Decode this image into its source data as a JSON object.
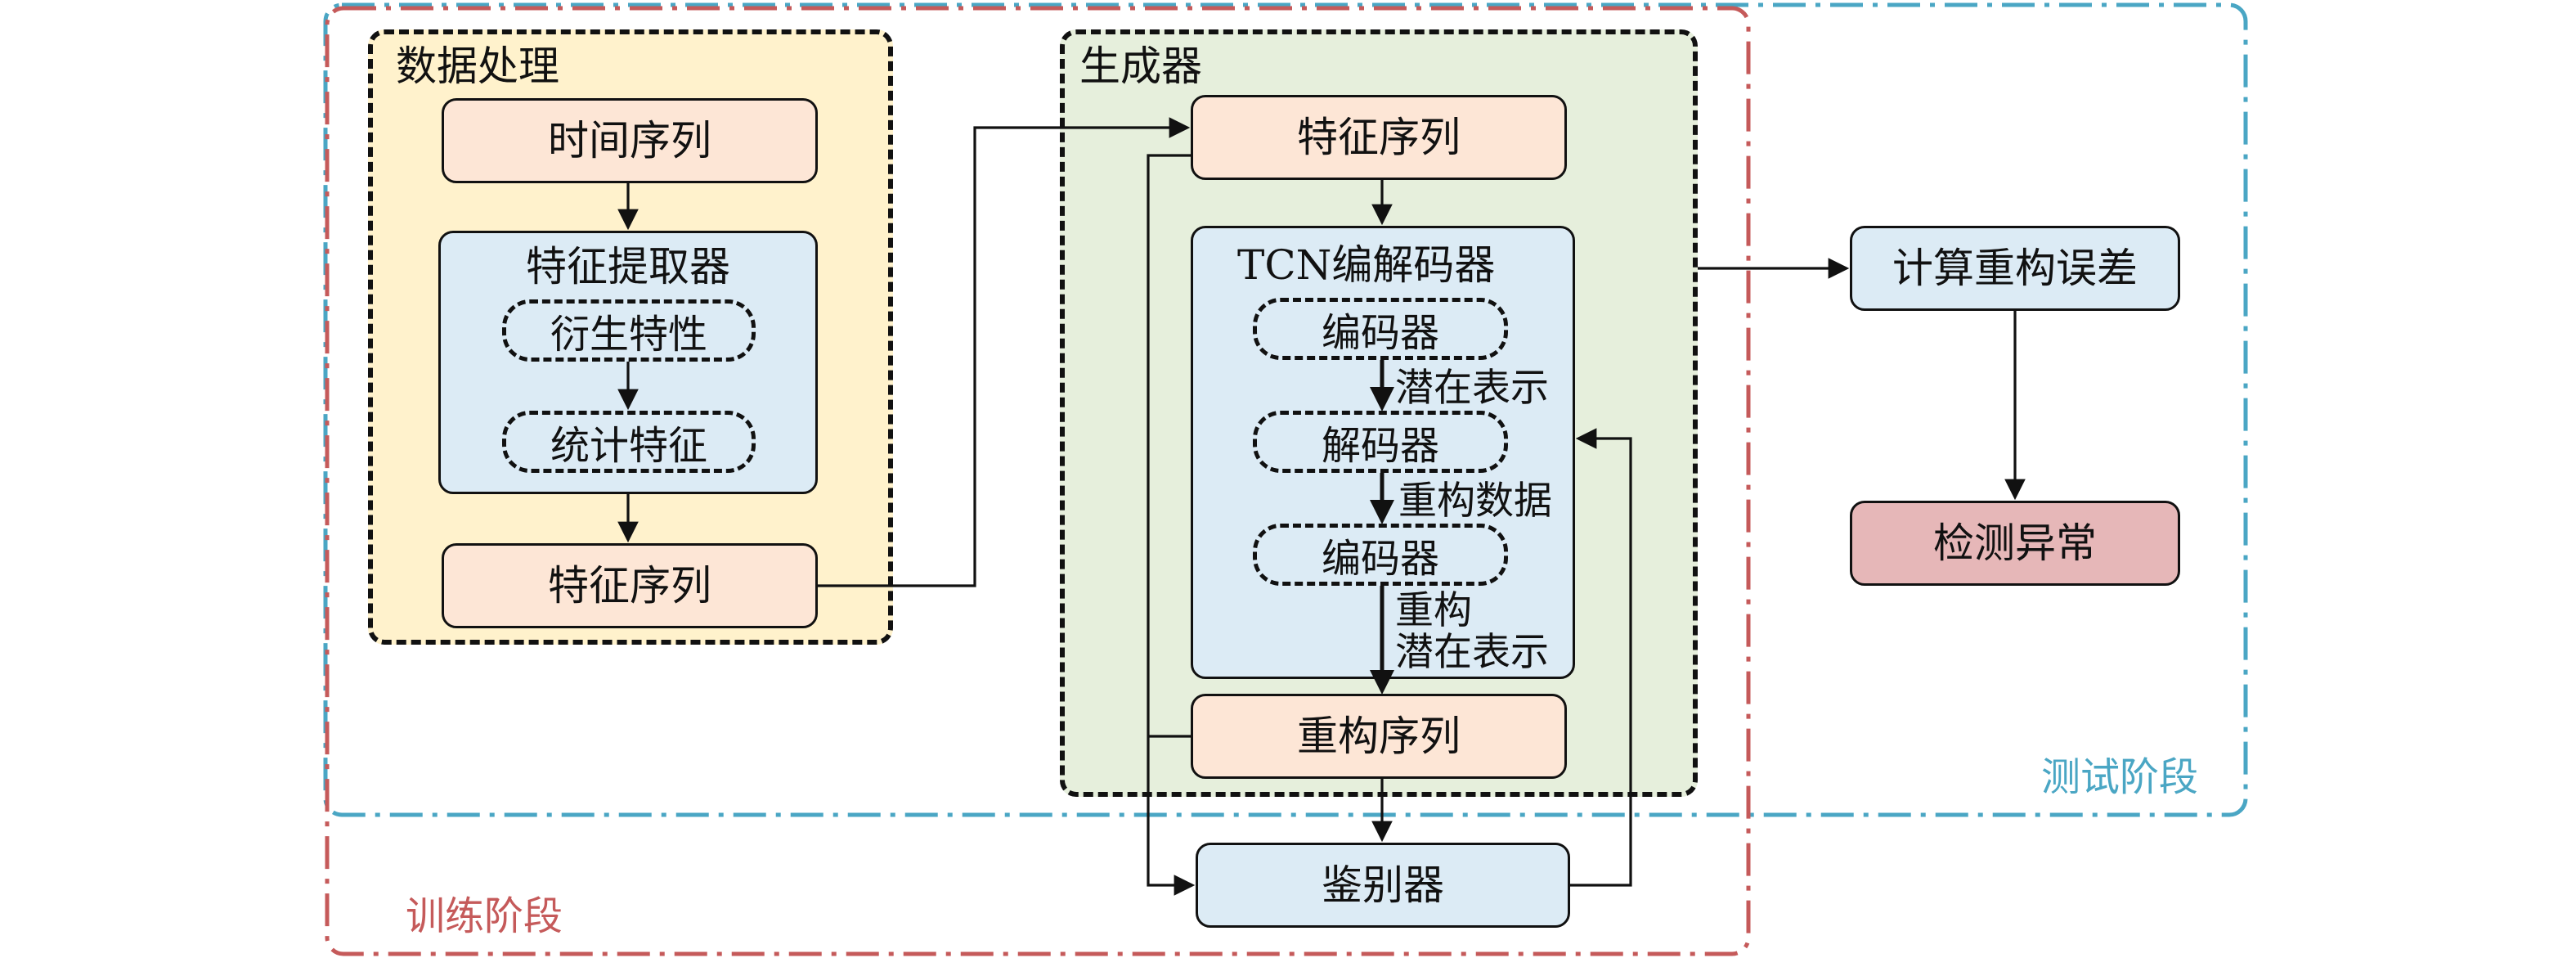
{
  "colors": {
    "data_processing_bg": "#fff2cc",
    "generator_bg": "#e6efdc",
    "sequence_node": "#fde6d6",
    "feature_block": "#dcebf5",
    "anomaly_node": "#e6b7b8",
    "test_stage": "#4aa6c4",
    "train_stage": "#c55a5a"
  },
  "stages": {
    "test": "测试阶段",
    "train": "训练阶段"
  },
  "data_processing": {
    "title": "数据处理",
    "time_series": "时间序列",
    "extractor": {
      "title": "特征提取器",
      "derived": "衍生特性",
      "statistical": "统计特征"
    },
    "feature_seq": "特征序列"
  },
  "generator": {
    "title": "生成器",
    "feature_seq": "特征序列",
    "tcn": {
      "title": "TCN编解码器",
      "encoder1": "编码器",
      "latent": "潜在表示",
      "decoder": "解码器",
      "recon_data": "重构数据",
      "encoder2": "编码器",
      "recon_latent_1": "重构",
      "recon_latent_2": "潜在表示"
    },
    "recon_seq": "重构序列"
  },
  "discriminator": "鉴别器",
  "compute_error": "计算重构误差",
  "detect_anomaly": "检测异常"
}
